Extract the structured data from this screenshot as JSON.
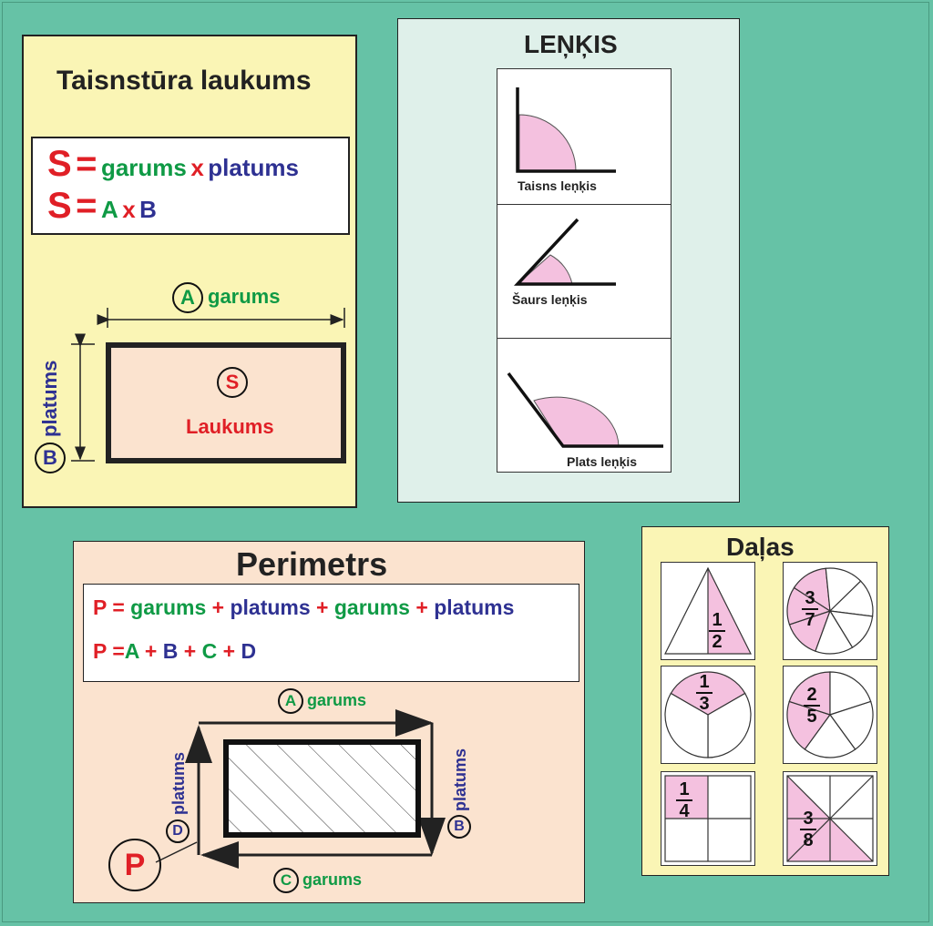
{
  "area_panel": {
    "title": "Taisnstūra laukums",
    "formula1": {
      "s": "S",
      "eq": "=",
      "garums": "garums",
      "x": "x",
      "platums": "platums"
    },
    "formula2": {
      "s": "S",
      "eq": "=",
      "a": "A",
      "x": "x",
      "b": "B"
    },
    "top_letter": "A",
    "top_label": "garums",
    "side_letter": "B",
    "side_label": "platums",
    "center_letter": "S",
    "center_label": "Laukums"
  },
  "angles_panel": {
    "title": "LEŅĶIS",
    "right_angle": "Taisns leņķis",
    "acute_angle": "Šaurs leņķis",
    "obtuse_angle": "Plats leņķis"
  },
  "perimeter_panel": {
    "title": "Perimetrs",
    "formula1": {
      "p": "P",
      "eq": "=",
      "g1": "garums",
      "plus1": "+",
      "p1": "platums",
      "plus2": "+",
      "g2": "garums",
      "plus3": "+",
      "p2": "platums"
    },
    "formula2": {
      "p": "P",
      "eq": "=",
      "a": "A",
      "plus1": "+",
      "b": "B",
      "plus2": "+",
      "c": "C",
      "plus3": "+",
      "d": "D"
    },
    "top_letter": "A",
    "top_label": "garums",
    "bottom_letter": "C",
    "bottom_label": "garums",
    "left_letter": "D",
    "left_label": "platums",
    "right_letter": "B",
    "right_label": "platums",
    "big_letter": "P"
  },
  "fractions_panel": {
    "title": "Daļas",
    "fractions": [
      {
        "num": "1",
        "den": "2"
      },
      {
        "num": "3",
        "den": "7"
      },
      {
        "num": "1",
        "den": "3"
      },
      {
        "num": "2",
        "den": "5"
      },
      {
        "num": "1",
        "den": "4"
      },
      {
        "num": "3",
        "den": "8"
      }
    ]
  },
  "colors": {
    "background": "#66c2a6",
    "yellow": "#faf5b5",
    "mint": "#dff0ea",
    "peach": "#fbe3cf",
    "pink": "#f4c1df",
    "red": "#e01f26",
    "green": "#0f9a45",
    "blue": "#2e3192"
  }
}
